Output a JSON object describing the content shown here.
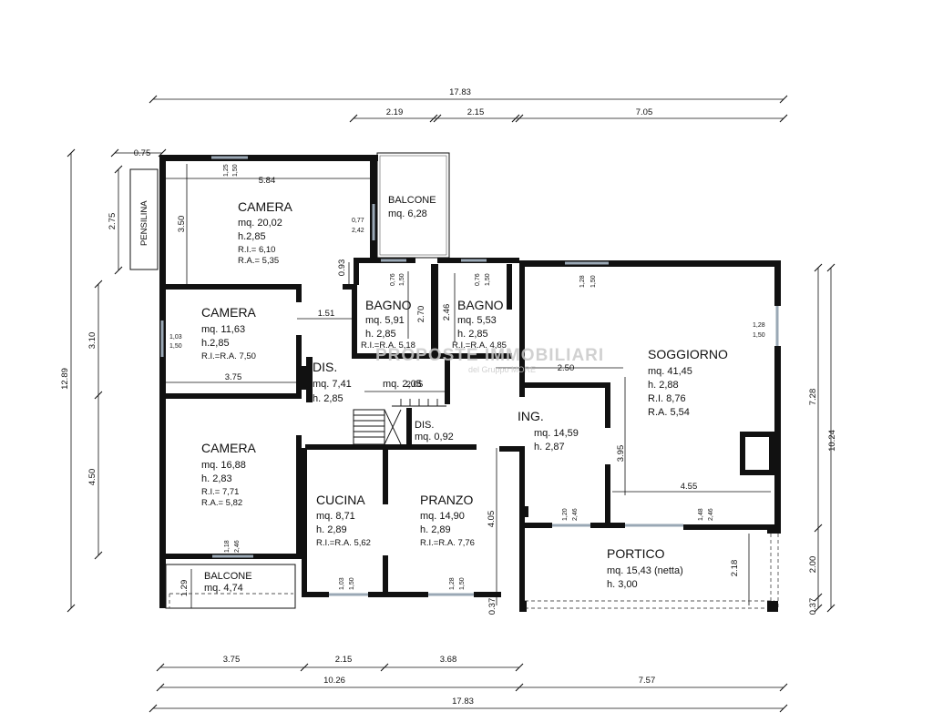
{
  "dimensions": {
    "top_total": "17.83",
    "top_a": "2.19",
    "top_b": "2.15",
    "top_c": "7.05",
    "bottom_a": "3.75",
    "bottom_b": "2.15",
    "bottom_c": "3.68",
    "bottom_d": "10.26",
    "bottom_e": "7.57",
    "bottom_total": "17.83",
    "left_total": "12.89",
    "left_a": "3.10",
    "left_b": "4.50",
    "left_c": "1.29",
    "pensilina_w": "0.75",
    "pensilina_h": "2.75",
    "right_a": "7.28",
    "right_b": "10.24",
    "right_c": "2.00",
    "right_d": "0.37",
    "portico_h": "2.18",
    "bottom_small": "0.37",
    "soggiorno_h": "3.95",
    "pranzo_h": "4.05",
    "camera1_w": "5.84",
    "camera1_h": "3.50",
    "camera2_w": "3.75",
    "camera2_link": "1.51",
    "bagno1_h": "2.70",
    "bagno2_h": "2.46",
    "bagno1_side": "0.93",
    "dis_w": "2.05",
    "ing_w": "2.50",
    "soggiorno_w": "4.55"
  },
  "windows": {
    "w1_top": "1,25",
    "w1_bot": "1,50",
    "w2_top": "0,77",
    "w2_bot": "2,42",
    "w3_top": "0,76",
    "w3_bot": "1,50",
    "w4_top": "0,76",
    "w4_bot": "1,50",
    "w5_top": "1,28",
    "w5_bot": "1,50",
    "w6_top": "1,28",
    "w6_bot": "1,50",
    "w7_top": "1,03",
    "w7_bot": "1,50",
    "w8_top": "1,18",
    "w8_bot": "2,46",
    "w9_top": "1,03",
    "w9_bot": "1,50",
    "w10_top": "1,28",
    "w10_bot": "1,50",
    "w11_top": "1,20",
    "w11_bot": "2,46",
    "w12_top": "1,48",
    "w12_bot": "2,46"
  },
  "rooms": {
    "camera1": {
      "name": "CAMERA",
      "mq": "mq. 20,02",
      "h": "h.2,85",
      "ri": "R.I.= 6,10",
      "ra": "R.A.= 5,35"
    },
    "camera2": {
      "name": "CAMERA",
      "mq": "mq. 11,63",
      "h": "h.2,85",
      "rira": "R.I.=R.A. 7,50"
    },
    "camera3": {
      "name": "CAMERA",
      "mq": "mq. 16,88",
      "h": "h. 2,83",
      "ri": "R.I.= 7,71",
      "ra": "R.A.= 5,82"
    },
    "balcone1": {
      "name": "BALCONE",
      "mq": "mq. 6,28"
    },
    "balcone2": {
      "name": "BALCONE",
      "mq": "mq. 4,74"
    },
    "bagno1": {
      "name": "BAGNO",
      "mq": "mq. 5,91",
      "h": "h. 2,85",
      "rira": "R.I.=R.A. 5,18"
    },
    "bagno2": {
      "name": "BAGNO",
      "mq": "mq. 5,53",
      "h": "h. 2,85",
      "rira": "R.I.=R.A. 4,85"
    },
    "dis1": {
      "name": "DIS.",
      "mq": "mq. 7,41",
      "h": "h. 2,85"
    },
    "dis2": {
      "name": "DIS.",
      "mq": "mq. 0,92"
    },
    "stairs_mq": "mq. 2,05",
    "ing": {
      "name": "ING.",
      "mq": "mq. 14,59",
      "h": "h. 2,87"
    },
    "soggiorno": {
      "name": "SOGGIORNO",
      "mq": "mq. 41,45",
      "h": "h. 2,88",
      "ri": "R.I. 8,76",
      "ra": "R.A. 5,54"
    },
    "cucina": {
      "name": "CUCINA",
      "mq": "mq. 8,71",
      "h": "h. 2,89",
      "rira": "R.I.=R.A. 5,62"
    },
    "pranzo": {
      "name": "PRANZO",
      "mq": "mq. 14,90",
      "h": "h. 2,89",
      "rira": "R.I.=R.A. 7,76"
    },
    "portico": {
      "name": "PORTICO",
      "mq": "mq. 15,43 (netta)",
      "h": "h. 3,00"
    },
    "pensilina": {
      "name": "PENSILINA"
    }
  },
  "watermark": {
    "main": "PROPOSTE IMMOBILIARI",
    "sub": "del Gruppo MORE"
  }
}
